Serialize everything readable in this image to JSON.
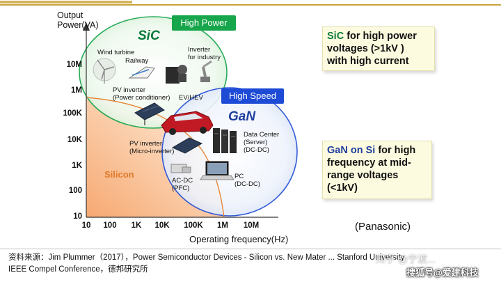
{
  "axes": {
    "y_label_line1": "Output",
    "y_label_line2": "Power(VA)",
    "y_ticks": [
      "10M",
      "1M",
      "100K",
      "10K",
      "1K",
      "100",
      "10"
    ],
    "x_ticks": [
      "10",
      "100",
      "1K",
      "10K",
      "100K",
      "1M",
      "10M"
    ],
    "x_label": "Operating frequency(Hz)"
  },
  "regions": {
    "sic": "SiC",
    "gan": "GaN",
    "silicon": "Silicon",
    "high_power": "High Power",
    "high_speed": "High Speed"
  },
  "applications": {
    "wind_turbine": "Wind turbine",
    "railway": "Railway",
    "inverter_industry_1": "Inverter",
    "inverter_industry_2": "for industry",
    "pv_inverter_pc_1": "PV inverter",
    "pv_inverter_pc_2": "(Power conditioner)",
    "ev_hev": "EV/HEV",
    "data_center_1": "Data Center",
    "data_center_2": "(Server)",
    "data_center_3": "(DC-DC)",
    "pv_inverter_micro_1": "PV inverter",
    "pv_inverter_micro_2": "(Micro-inverter)",
    "acdc_1": "AC-DC",
    "acdc_2": "(PFC)",
    "pc_1": "PC",
    "pc_2": "(DC-DC)"
  },
  "notes": {
    "sic_hl": "SiC",
    "sic_rest_1": " for high power",
    "sic_line2": "voltages (>1kV )",
    "sic_line3": "with high current",
    "gan_hl": "GaN on Si",
    "gan_rest_1": " for high",
    "gan_line2": "frequency at mid-",
    "gan_line3": "range voltages",
    "gan_line4": "(<1kV)"
  },
  "panasonic": "(Panasonic)",
  "source": {
    "line1": "资料来源：Jim Plummer（2017），Power Semiconductor Devices - Silicon vs. New Mater ... Stanford University",
    "line2": "IEEE Compel Conference，德邦研究所"
  },
  "watermark": {
    "faint": "知乎 @宁波...",
    "main": "搜狐号@爱建科技"
  },
  "colors": {
    "sic_green": "#0b7a3b",
    "gan_blue": "#1f3f9e",
    "silicon_orange": "#e07a2a",
    "high_power_tag": "#17a64b",
    "high_speed_tag": "#1e4bd6"
  }
}
